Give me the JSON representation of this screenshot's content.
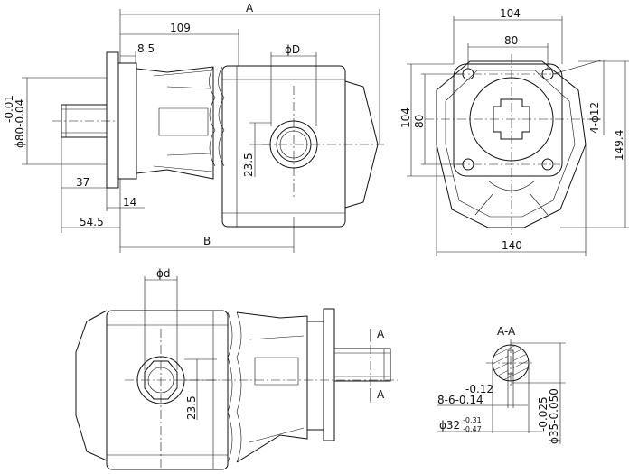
{
  "front_view": {
    "dim_A": "A",
    "dim_109": "109",
    "dim_8_5": "8.5",
    "dim_phiD": "ϕD",
    "dim_tol_top": "-0.01",
    "dim_phi80": "ϕ80-0.04",
    "dim_23_5": "23.5",
    "dim_37": "37",
    "dim_14": "14",
    "dim_54_5": "54.5",
    "dim_B": "B"
  },
  "side_view": {
    "dim_104_top": "104",
    "dim_80_top": "80",
    "dim_104_left": "104",
    "dim_80_left": "80",
    "dim_holes": "4-ϕ12",
    "dim_149_4": "149.4",
    "dim_140": "140"
  },
  "bottom_view": {
    "dim_phid": "ϕd",
    "dim_23_5": "23.5",
    "section_mark_top": "A",
    "section_mark_bottom": "A"
  },
  "section_view": {
    "title": "A-A",
    "tol_012": "-0.12",
    "spline": "8-6-0.14",
    "phi32": "ϕ32",
    "phi32_upper": "-0.31",
    "phi32_lower": "-0.47",
    "tol_0025": "-0.025",
    "phi35": "ϕ35-0.050"
  }
}
